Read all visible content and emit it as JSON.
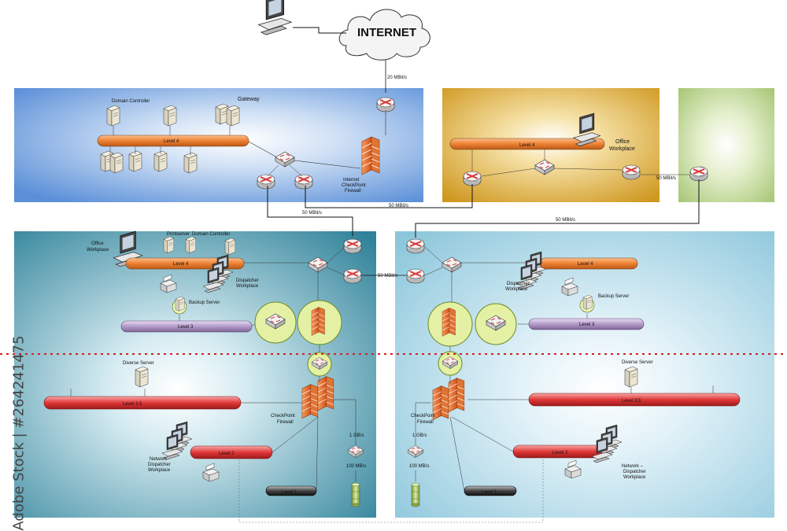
{
  "internet": {
    "label": "INTERNET",
    "uplink_speed": "20 MBit/s"
  },
  "top_left": {
    "domain_controller": "Domain Controller",
    "gateway": "Gateway",
    "level": "Level 4",
    "firewall_line1": "Internet",
    "firewall_line2": "CheckPoint",
    "firewall_line3": "Firewall"
  },
  "top_middle": {
    "level": "Level 4",
    "office_line1": "Office",
    "office_line2": "Workplace"
  },
  "links": {
    "speed_a": "50 MBit/s",
    "speed_b": "50 MBit/s",
    "speed_c": "50 MBit/s",
    "speed_d": "50 MBit/s",
    "speed_e": "50 MBit/s"
  },
  "left_site": {
    "office_line1": "Office",
    "office_line2": "Workplace",
    "printserver": "Printserver",
    "domain_controller": "Domain Controller",
    "level4": "Level 4",
    "dispatcher_line1": "Dispatcher",
    "dispatcher_line2": "Workplace",
    "backup_server": "Backup Server",
    "level3": "Level 3",
    "diverse_server": "Diverse Server",
    "level35": "Level 3.5",
    "firewall_line1": "CheckPoint",
    "firewall_line2": "Firewall",
    "speed_gb": "1 GB/s",
    "speed_mb": "100 MB/s",
    "network_line1": "Network",
    "network_line2": "Dispatcher",
    "network_line3": "Workplace",
    "level2": "Level 2",
    "level1": "Level 1"
  },
  "right_site": {
    "level4": "Level 4",
    "dispatcher_line1": "Dispatcher",
    "dispatcher_line2": "Workplace",
    "backup_server": "Backup Server",
    "level3": "Level 3",
    "diverse_server": "Diverse Server",
    "level35": "Level 3.5",
    "firewall_line1": "CheckPoint",
    "firewall_line2": "Firewall",
    "speed_gb": "1 GB/s",
    "speed_mb": "100 MB/s",
    "network_line1": "Network –",
    "network_line2": "Dispatcher",
    "network_line3": "Workplace",
    "level2": "Level 2",
    "level1": "Level 1"
  },
  "watermark": {
    "text": "Adobe Stock | #264241475"
  },
  "colors": {
    "blue_panel": "#6f9fdc",
    "gold_panel": "#d4a22a",
    "green_panel": "#b9d38a",
    "teal_panel": "#3d8ea4",
    "light_blue_panel": "#9ccfe0",
    "level4": "#f08a3c",
    "level3": "#b08cc8",
    "level35": "#e23c3c",
    "level2": "#e03030",
    "level1": "#333333",
    "router": "#d83a3a",
    "firewall": "#e8602a",
    "dotted_line": "#d02020"
  }
}
